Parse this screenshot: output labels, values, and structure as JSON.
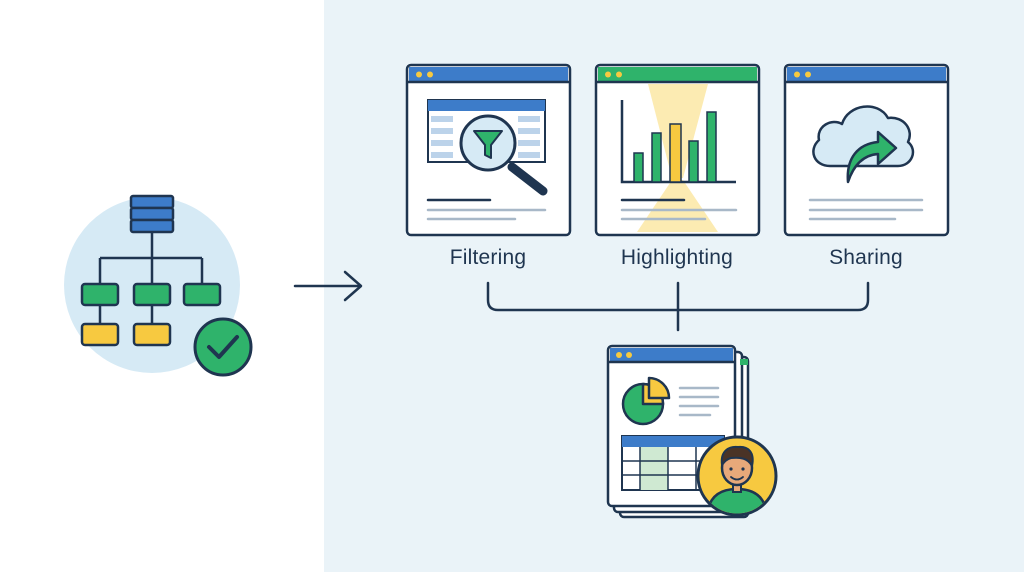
{
  "colors": {
    "outline": "#1f3550",
    "blue": "#3d7cc9",
    "green": "#2fb36b",
    "green_light": "#7fcf93",
    "yellow": "#f7c940",
    "circle_bg": "#d6eaf5",
    "panel_bg": "#eaf3f8",
    "gray_line": "#a8b8c8"
  },
  "left_icon": {
    "icon": "database-hierarchy-icon",
    "badge_icon": "check-icon"
  },
  "features": [
    {
      "label": "Filtering",
      "icon": "filter-magnifier-icon",
      "header_color": "#3d7cc9"
    },
    {
      "label": "Highlighting",
      "icon": "bar-chart-highlight-icon",
      "header_color": "#2fb36b"
    },
    {
      "label": "Sharing",
      "icon": "cloud-share-icon",
      "header_color": "#3d7cc9"
    }
  ],
  "result": {
    "icon": "dashboard-report-icon",
    "user_icon": "user-avatar-icon"
  }
}
